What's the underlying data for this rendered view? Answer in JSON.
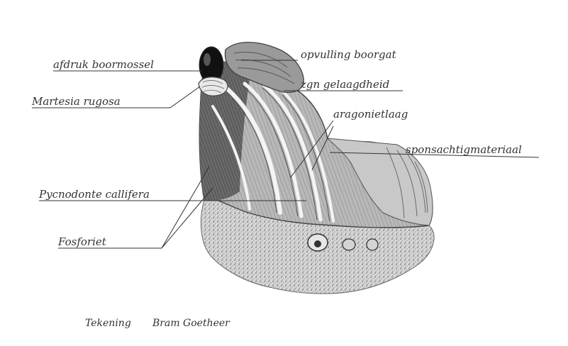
{
  "diagram": {
    "labels": {
      "afdruk_boormossel": "afdruk boormossel",
      "opvulling_boorgat": "opvulling boorgat",
      "martesia_rugosa": "Martesia rugosa",
      "zgn_gelaagdheid": "zgn gelaagdheid",
      "aragonietlaag": "aragonietlaag",
      "sponsachtig_materiaal": "sponsachtigmateriaal",
      "pycnodonte_callifera": "Pycnodonte callifera",
      "fosforiet": "Fosforiet"
    },
    "caption": {
      "word1": "Tekening",
      "word2": "Bram Goetheer"
    }
  },
  "colors": {
    "ink": "#333333",
    "paper": "#ffffff",
    "shell_dark": "#5a5a5a",
    "shell_mid": "#8a8a8a",
    "shell_light": "#bdbdbd",
    "layer_white": "#f2f2f2"
  }
}
